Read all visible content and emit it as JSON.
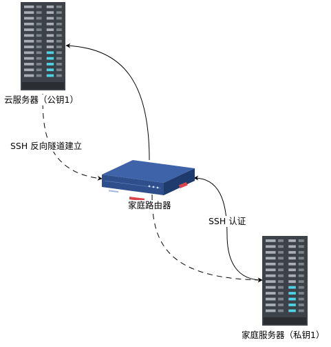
{
  "nodes": {
    "cloud_server": {
      "label": "云服务器（公钥1）",
      "icon": "server-rack-icon"
    },
    "router": {
      "label": "家庭路由器",
      "icon": "router-icon"
    },
    "home_server": {
      "label": "家庭服务器（私钥1）",
      "icon": "server-rack-icon"
    }
  },
  "edges": {
    "router_to_cloud": {
      "style": "solid",
      "label": ""
    },
    "cloud_tunnel": {
      "style": "dashed",
      "label": "SSH 反向隧道建立"
    },
    "home_ssh": {
      "style": "solid",
      "label": "SSH 认证"
    },
    "router_to_home": {
      "style": "dashed",
      "label": ""
    }
  },
  "colors": {
    "rack_body": "#3d4249",
    "rack_slot": "#2a2e33",
    "drive_light": "#a9afb6",
    "drive_cyan": "#4fd1e6",
    "router_body": "#2e4f8c",
    "router_top": "#3e63a8",
    "edge": "#000000"
  }
}
